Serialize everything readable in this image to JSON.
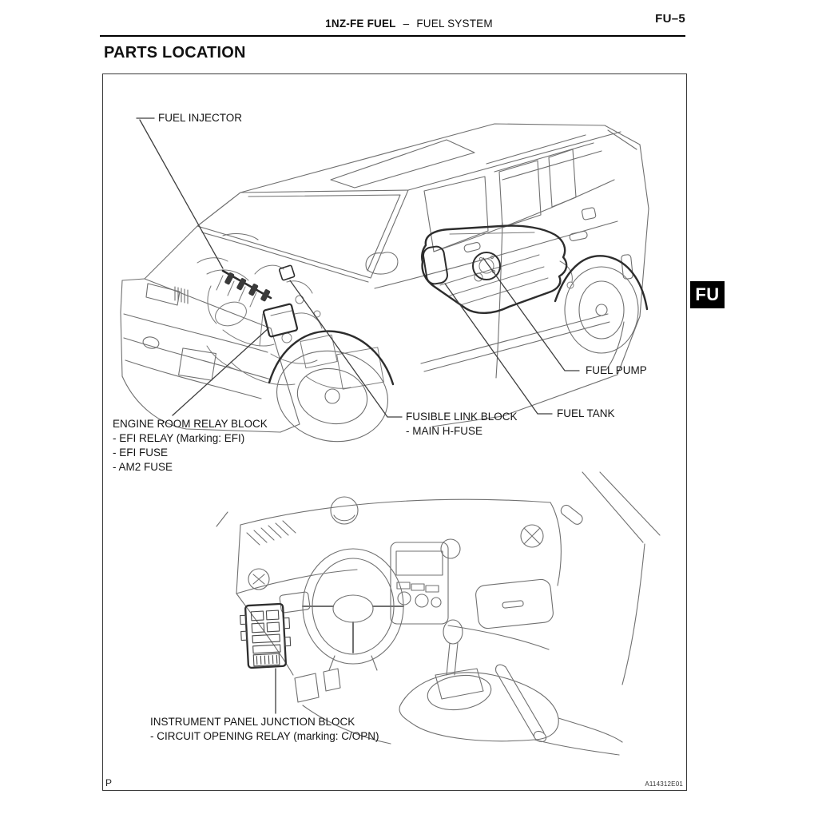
{
  "page": {
    "header": {
      "chapter": "1NZ-FE FUEL",
      "separator": "–",
      "section": "FUEL SYSTEM",
      "page_code": "FU–5"
    },
    "title": "PARTS LOCATION",
    "side_tab": "FU",
    "footer_left": "P",
    "figure_code": "A114312E01"
  },
  "diagram": {
    "labels": {
      "fuel_injector": {
        "text": "FUEL INJECTOR"
      },
      "engine_room_relay_block": {
        "title": "ENGINE ROOM RELAY BLOCK",
        "items": [
          "- EFI RELAY (Marking: EFI)",
          "- EFI FUSE",
          "- AM2 FUSE"
        ]
      },
      "fusible_link_block": {
        "title": "FUSIBLE LINK BLOCK",
        "items": [
          "- MAIN H-FUSE"
        ]
      },
      "fuel_pump": {
        "text": "FUEL PUMP"
      },
      "fuel_tank": {
        "text": "FUEL TANK"
      },
      "instrument_panel_junction_block": {
        "title": "INSTRUMENT PANEL JUNCTION BLOCK",
        "items": [
          "- CIRCUIT OPENING RELAY (marking: C/OPN)"
        ]
      }
    },
    "colors": {
      "line": "#707070",
      "bold_line": "#2d2d2d",
      "leader_line": "#3f3f3f",
      "text": "#151515",
      "tab_background": "#000000",
      "tab_text": "#ffffff"
    }
  }
}
